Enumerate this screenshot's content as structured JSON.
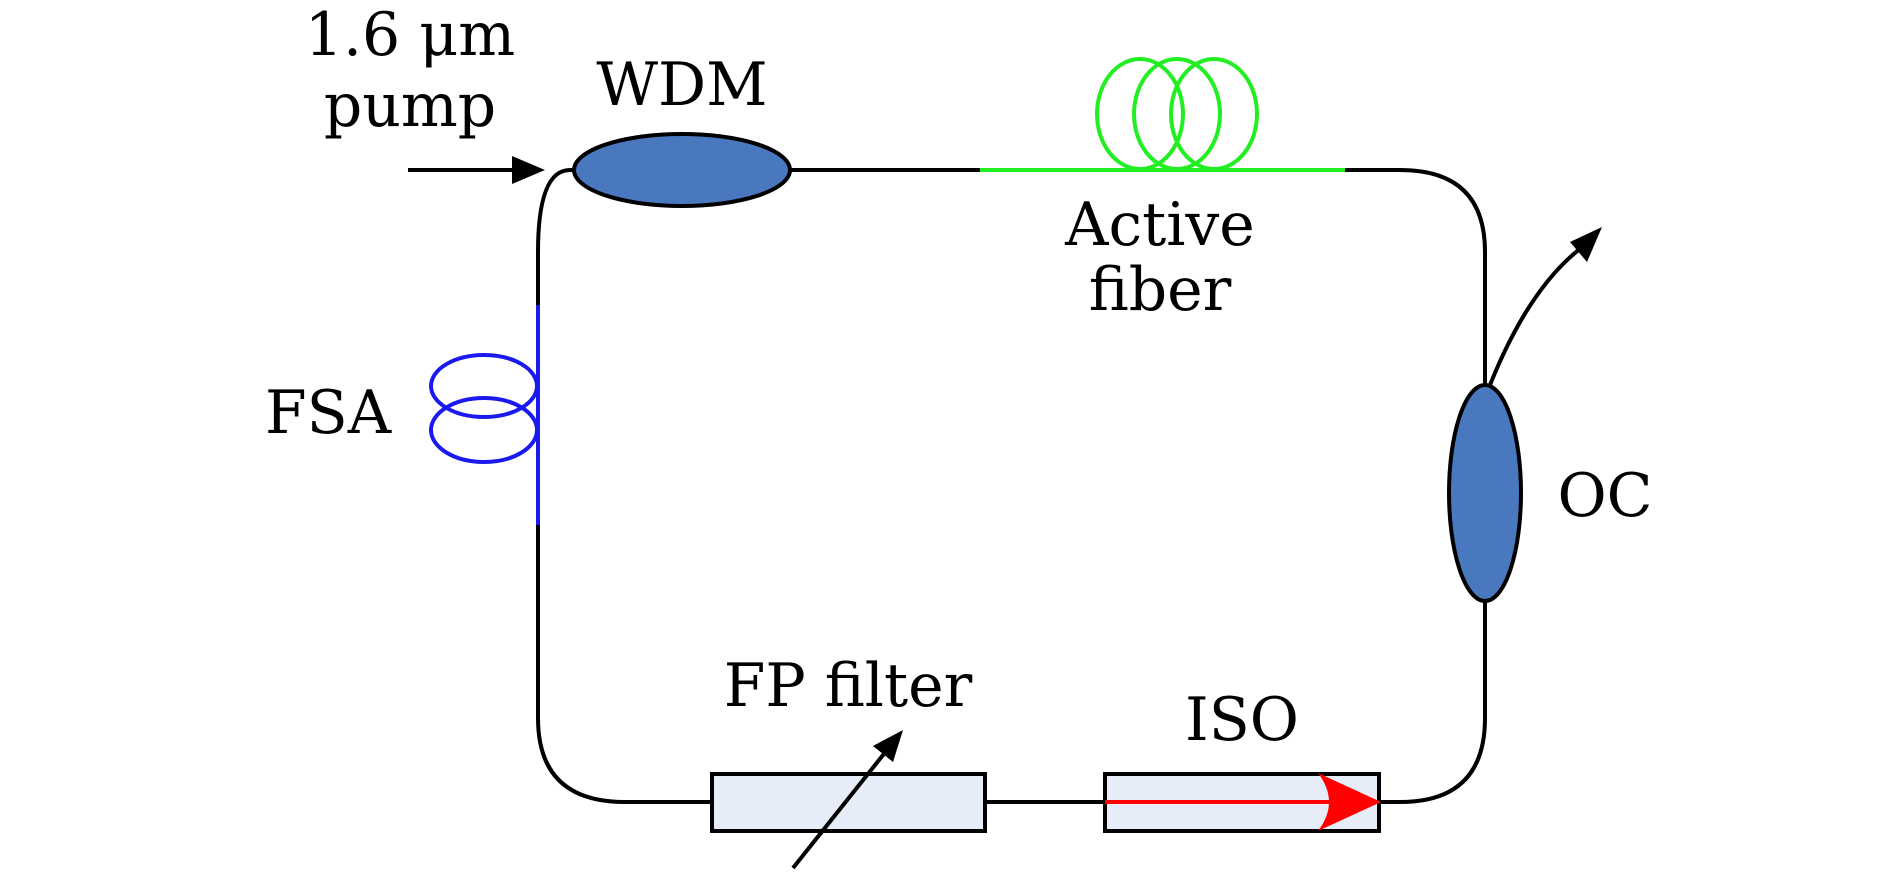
{
  "labels": {
    "pump_line1": "1.6 μm",
    "pump_line2": "pump",
    "wdm": "WDM",
    "active_line1": "Active",
    "active_line2": "fiber",
    "fsa": "FSA",
    "oc": "OC",
    "fp_filter": "FP filter",
    "iso": "ISO"
  },
  "colors": {
    "fiber": "#000000",
    "active_fiber": "#22ee22",
    "fsa_fiber": "#1a1aee",
    "coupler_fill": "#4a78be",
    "box_fill": "#e6edf8",
    "isolator_arrow": "#ff0000"
  }
}
